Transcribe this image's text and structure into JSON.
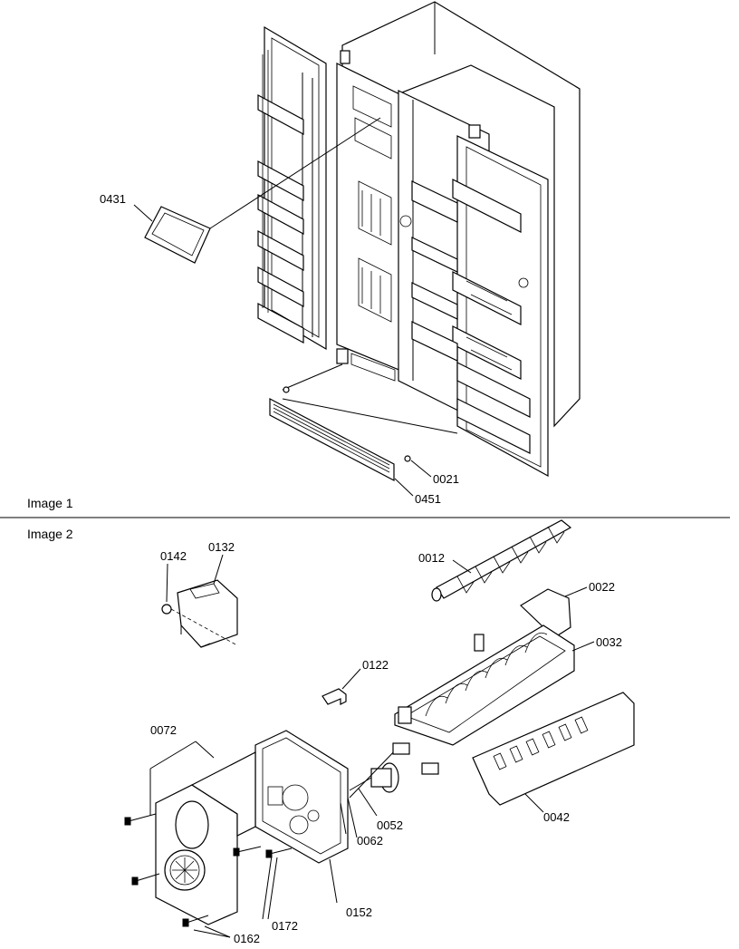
{
  "sections": [
    {
      "title": "Image 1",
      "callouts": [
        {
          "id": "0431",
          "label": "0431"
        },
        {
          "id": "0021",
          "label": "0021"
        },
        {
          "id": "0451",
          "label": "0451"
        }
      ]
    },
    {
      "title": "Image 2",
      "callouts": [
        {
          "id": "0142",
          "label": "0142"
        },
        {
          "id": "0132",
          "label": "0132"
        },
        {
          "id": "0012",
          "label": "0012"
        },
        {
          "id": "0022",
          "label": "0022"
        },
        {
          "id": "0032",
          "label": "0032"
        },
        {
          "id": "0122",
          "label": "0122"
        },
        {
          "id": "0072",
          "label": "0072"
        },
        {
          "id": "0052",
          "label": "0052"
        },
        {
          "id": "0062",
          "label": "0062"
        },
        {
          "id": "0042",
          "label": "0042"
        },
        {
          "id": "0152",
          "label": "0152"
        },
        {
          "id": "0172",
          "label": "0172"
        },
        {
          "id": "0162",
          "label": "0162"
        }
      ]
    }
  ]
}
